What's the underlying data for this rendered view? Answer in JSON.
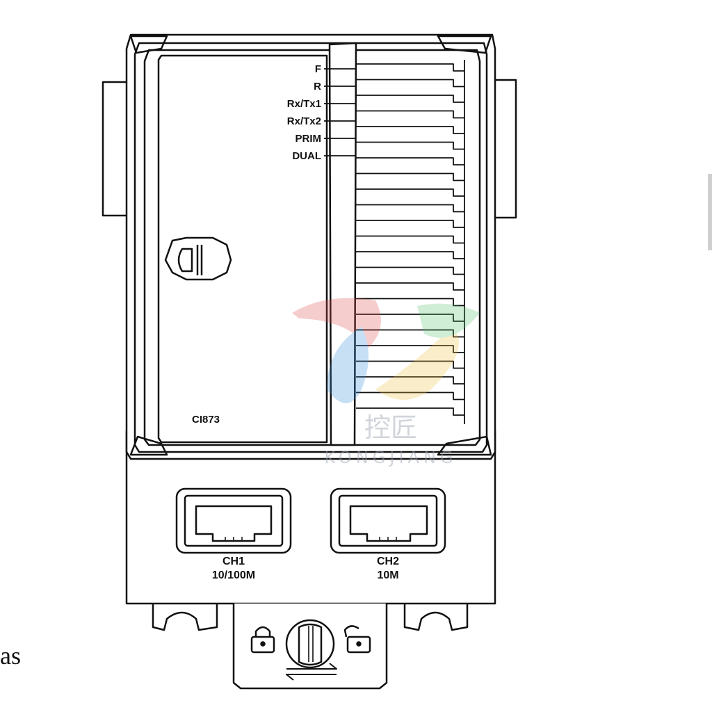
{
  "module": {
    "model": "CI873",
    "leds": [
      "F",
      "R",
      "Rx/Tx1",
      "Rx/Tx2",
      "PRIM",
      "DUAL"
    ],
    "ports": [
      {
        "name": "CH1",
        "speed": "10/100M"
      },
      {
        "name": "CH2",
        "speed": "10M"
      }
    ]
  },
  "watermark": {
    "text_cn": "控匠",
    "text_en": "KONGJIANG"
  },
  "side_text": "as",
  "icons": [
    "screw-icon",
    "locked-padlock-icon",
    "unlocked-padlock-icon",
    "double-arrow-icon",
    "rotary-knob-icon",
    "rj45-port-icon"
  ]
}
